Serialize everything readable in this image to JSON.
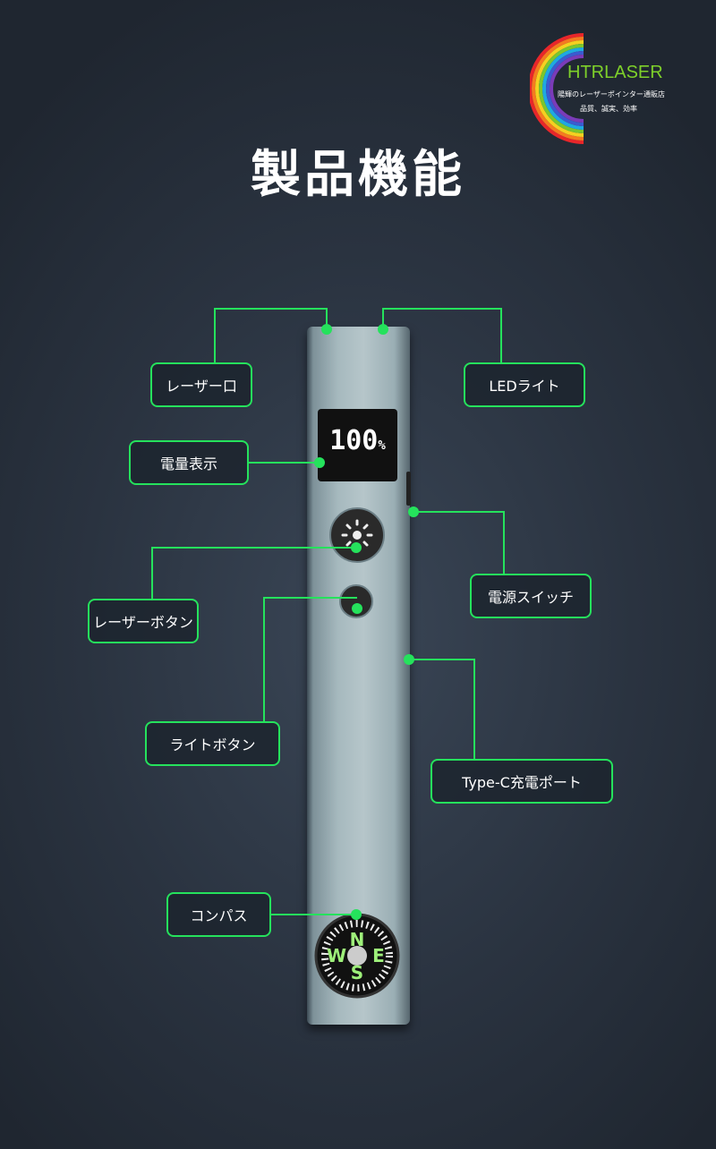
{
  "title": "製品機能",
  "logo": {
    "name": "HTRLASER",
    "tagline": "陽輝のレーザーポインター通販店",
    "motto": "品質、誠実、効率"
  },
  "device": {
    "battery_display": "100",
    "battery_unit": "%",
    "compass_letters": [
      "N",
      "E",
      "S",
      "W"
    ]
  },
  "labels": {
    "laser_aperture": "レーザー口",
    "led_light": "LEDライト",
    "battery_display": "電量表示",
    "power_switch": "電源スイッチ",
    "laser_button": "レーザーボタン",
    "light_button": "ライトボタン",
    "typec_port": "Type-C充電ポート",
    "compass": "コンパス"
  },
  "colors": {
    "accent": "#25e25c",
    "background": "#2a3340"
  }
}
